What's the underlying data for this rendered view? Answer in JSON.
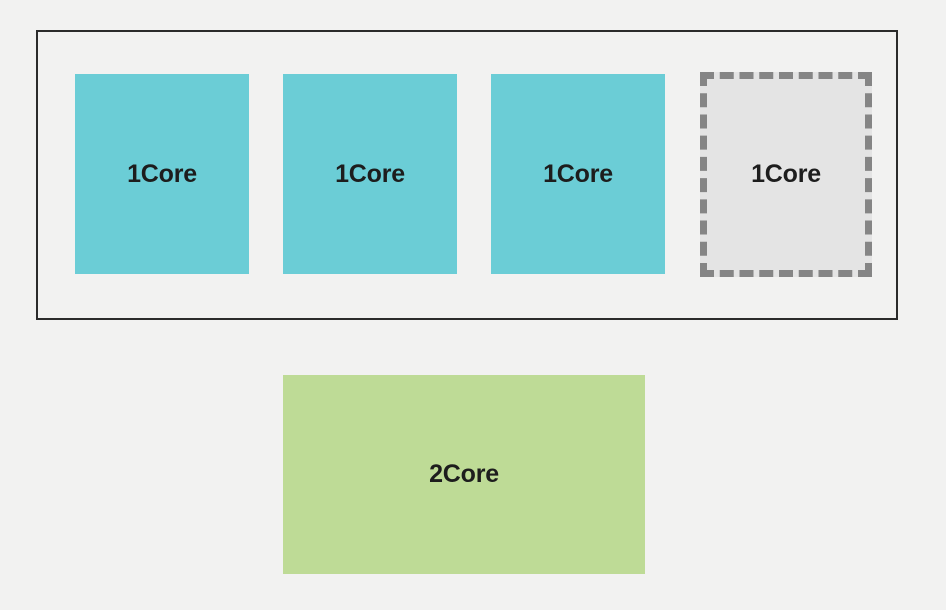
{
  "diagram": {
    "title": "",
    "background_color": "#f2f2f1",
    "group_container": {
      "label": "",
      "border_color": "#2b2b2b"
    },
    "nodes": [
      {
        "id": "core-1",
        "label": "1Core",
        "style": "solid-teal",
        "fill_color": "#6bcdd6",
        "text_color": "#1d1d1d",
        "in_group": true
      },
      {
        "id": "core-2",
        "label": "1Core",
        "style": "solid-teal",
        "fill_color": "#6bcdd6",
        "text_color": "#1d1d1d",
        "in_group": true
      },
      {
        "id": "core-3",
        "label": "1Core",
        "style": "solid-teal",
        "fill_color": "#6bcdd6",
        "text_color": "#1d1d1d",
        "in_group": true
      },
      {
        "id": "core-4",
        "label": "1Core",
        "style": "dashed-ghost",
        "fill_color": "#e4e4e4",
        "border_color": "#858585",
        "text_color": "#1d1d1d",
        "in_group": true
      },
      {
        "id": "core-5",
        "label": "2Core",
        "style": "solid-green",
        "fill_color": "#bedb96",
        "text_color": "#1d1d1d",
        "in_group": false
      }
    ]
  }
}
